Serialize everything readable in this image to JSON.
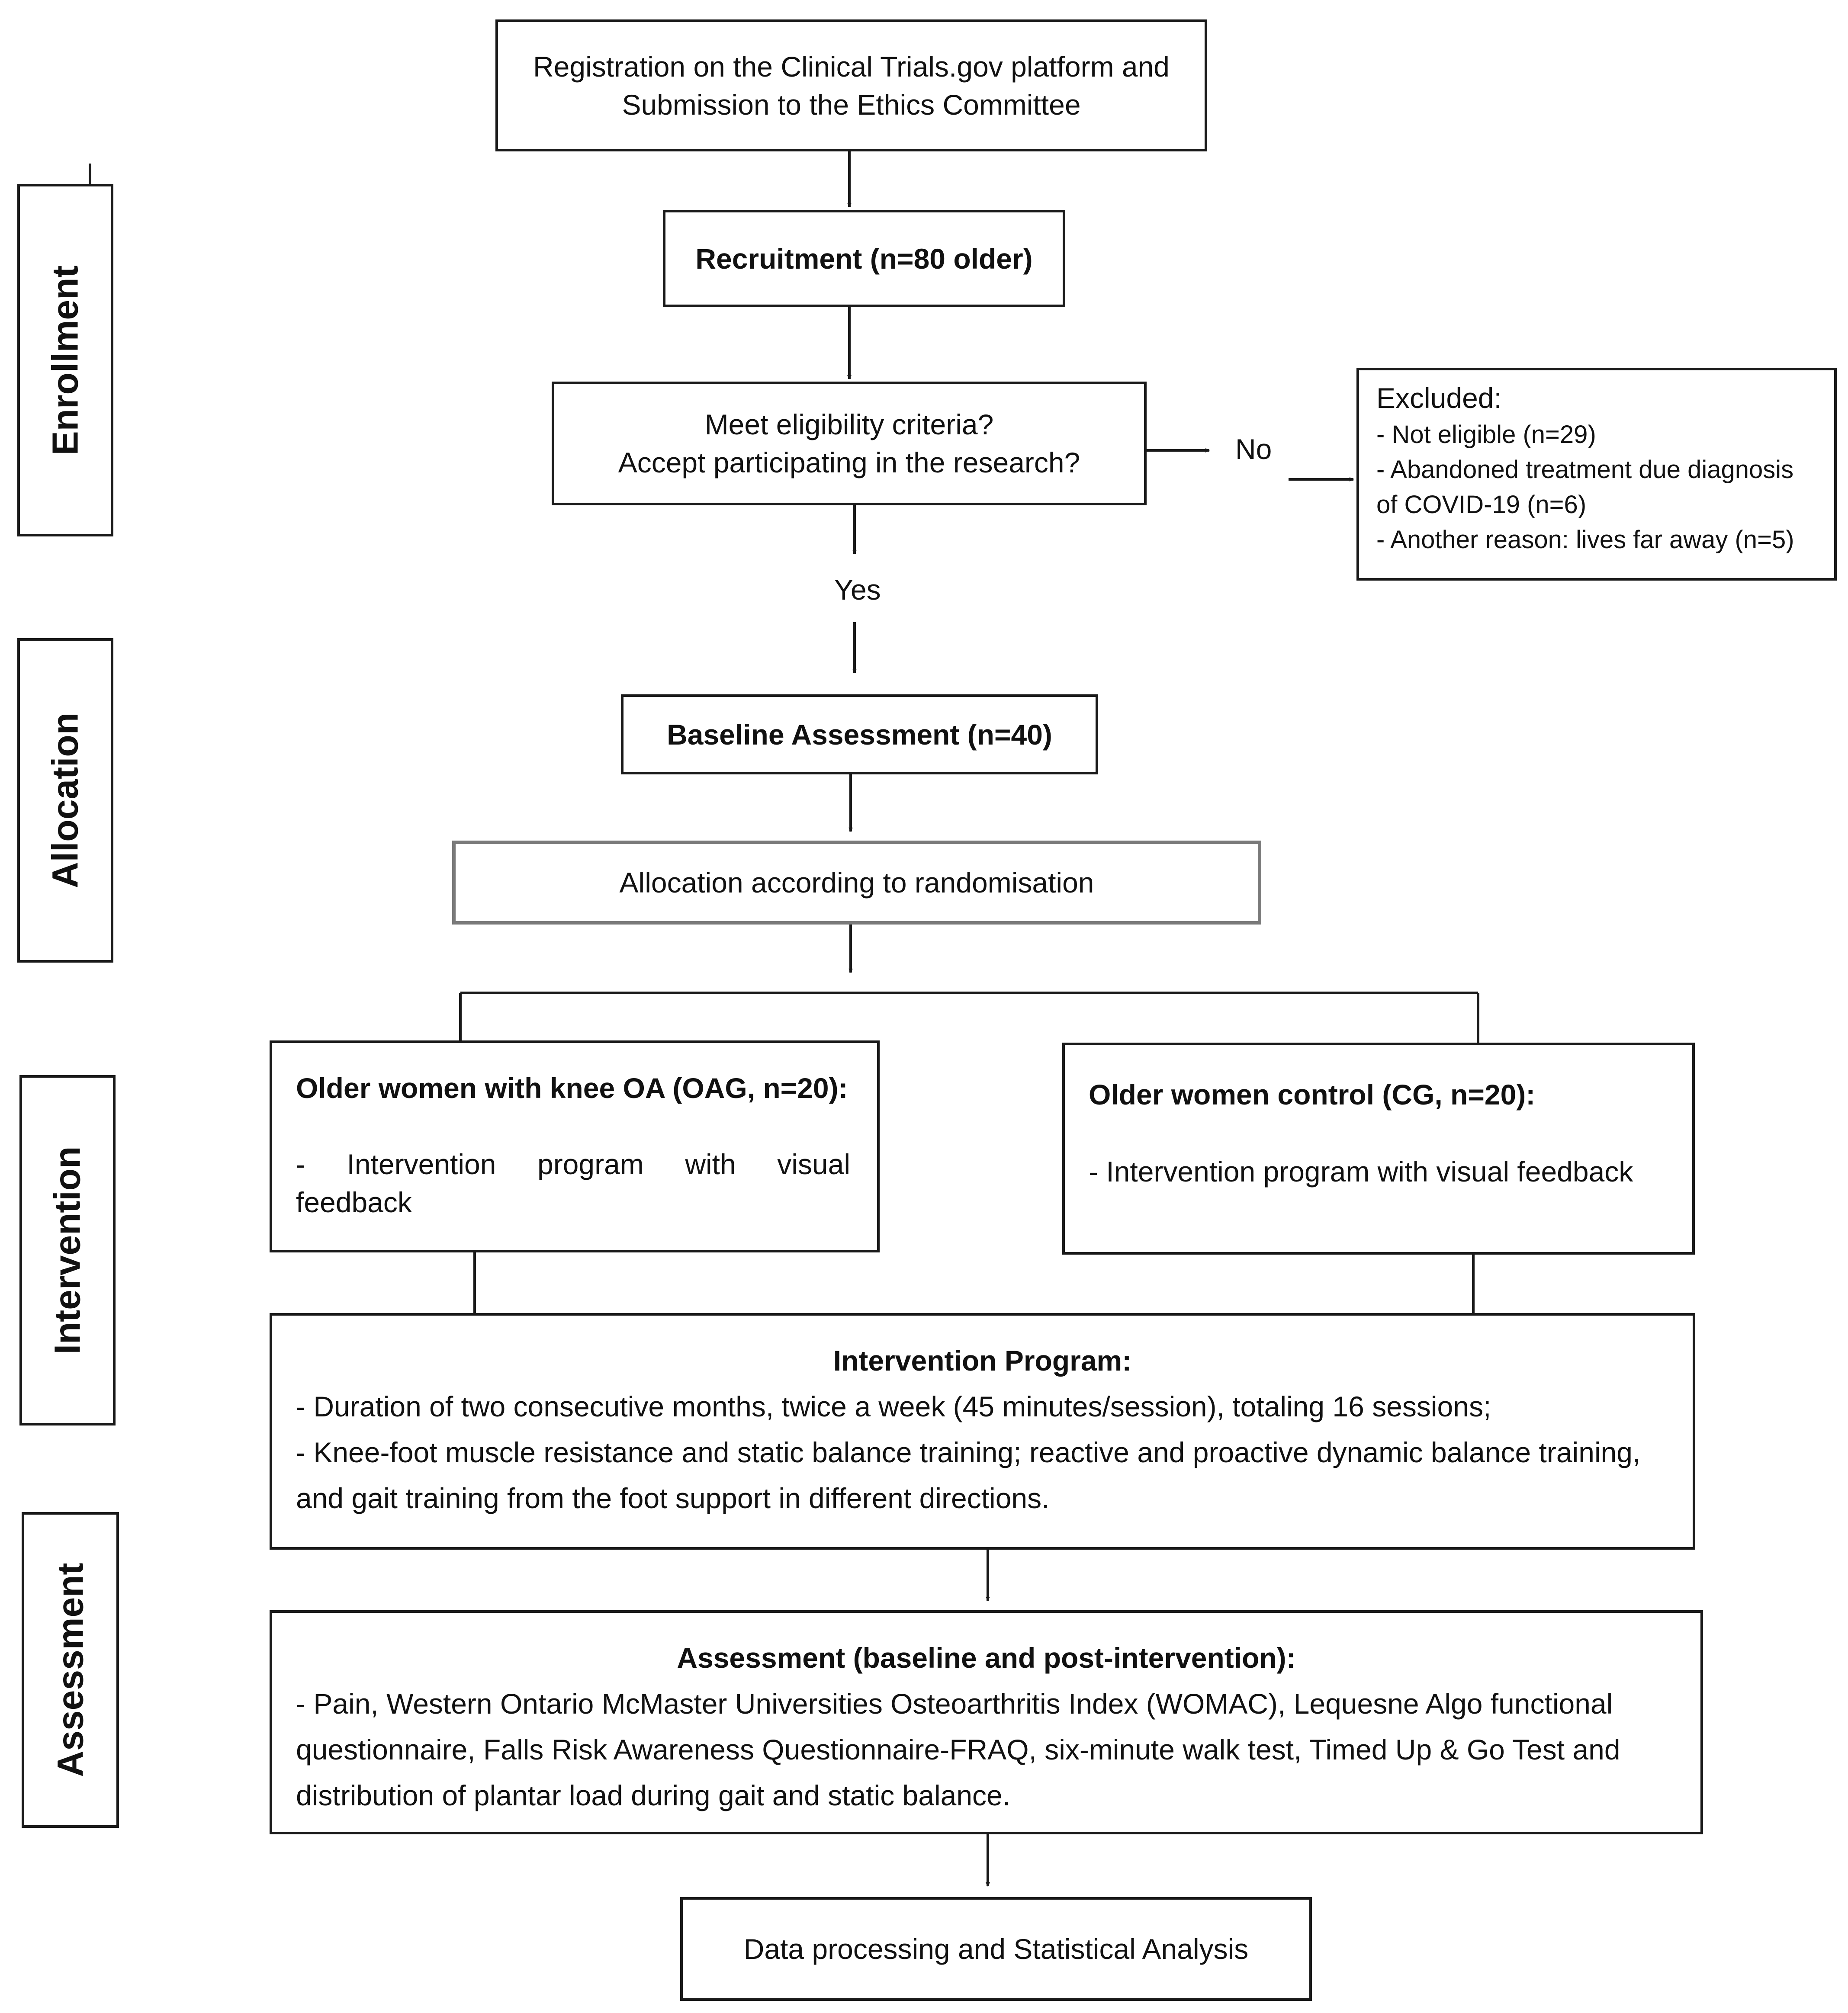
{
  "phases": {
    "enrollment": "Enrollment",
    "allocation": "Allocation",
    "intervention": "Intervention",
    "assessment": "Assessment"
  },
  "nodes": {
    "registration": {
      "line1": "Registration on the Clinical Trials.gov platform and",
      "line2": "Submission to the Ethics Committee"
    },
    "recruitment": "Recruitment (n=80 older)",
    "eligibility": {
      "line1": "Meet eligibility criteria?",
      "line2": "Accept participating in the research?"
    },
    "no_label": "No",
    "yes_label": "Yes",
    "excluded": {
      "title": "Excluded:",
      "items": [
        "- Not eligible (n=29)",
        "- Abandoned treatment due diagnosis",
        "of COVID-19 (n=6)",
        "- Another reason: lives far away (n=5)"
      ]
    },
    "baseline": "Baseline Assessment (n=40)",
    "allocation": "Allocation according to randomisation",
    "oag": {
      "title": "Older women with knee OA (OAG, n=20):",
      "text": "- Intervention program with visual feedback"
    },
    "cg": {
      "title": "Older women control (CG, n=20):",
      "text": "- Intervention program with visual feedback"
    },
    "program": {
      "title": "Intervention Program:",
      "line1": "- Duration of two consecutive months, twice a week (45 minutes/session), totaling 16 sessions;",
      "line2": "- Knee-foot muscle resistance and static balance training; reactive and proactive dynamic balance training,",
      "line3": "and gait training from the foot support in different directions."
    },
    "assessment": {
      "title": "Assessment (baseline and post-intervention):",
      "line1": "- Pain, Western Ontario McMaster Universities Osteoarthritis Index (WOMAC), Lequesne Algo functional",
      "line2": "questionnaire, Falls Risk Awareness Questionnaire-FRAQ, six-minute walk test, Timed Up & Go Test and",
      "line3": "distribution of plantar load during gait and static balance."
    },
    "data": "Data processing and Statistical Analysis"
  }
}
